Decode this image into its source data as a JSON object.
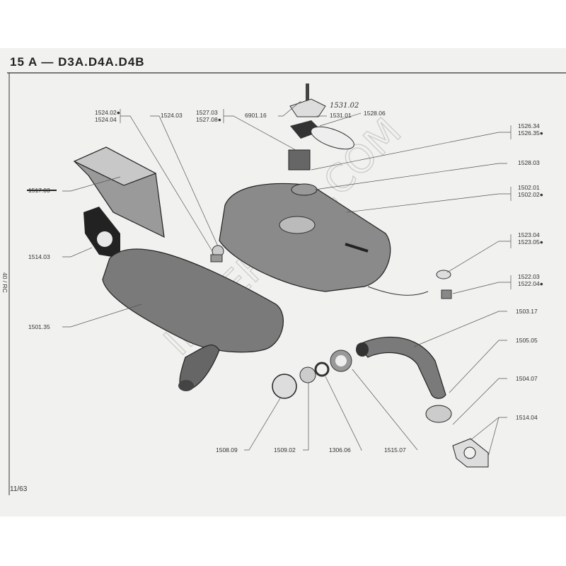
{
  "header": {
    "title": "15 A — D3A.D4A.D4B"
  },
  "footer": {
    "page": "11/63"
  },
  "margin_note": "40 / RC",
  "watermark": "ID-SERIE04.COM",
  "handwritten_note": "1531.02",
  "labels": {
    "l1524_02": "1524.02●",
    "l1524_04": "1524.04",
    "l1524_03": "1524.03",
    "l1527_03": "1527.03",
    "l1527_08": "1527.08●",
    "l6901_16": "6901.16",
    "l1531_01": "1531.01",
    "l1528_06": "1528.06",
    "l1526_34": "1526.34",
    "l1526_35": "1526.35●",
    "l1528_03": "1528.03",
    "l1502_01": "1502.01",
    "l1502_02": "1502.02●",
    "l1523_04": "1523.04",
    "l1523_05": "1523.05●",
    "l1522_03": "1522.03",
    "l1522_04": "1522.04●",
    "l1517_03": "1517.03",
    "l1514_03": "1514.03",
    "l1501_35": "1501.35",
    "l1503_17": "1503.17",
    "l1505_05": "1505.05",
    "l1504_07": "1504.07",
    "l1514_04": "1514.04",
    "l1508_09": "1508.09",
    "l1509_02": "1509.02",
    "l1306_06": "1306.06",
    "l1515_07": "1515.07"
  }
}
